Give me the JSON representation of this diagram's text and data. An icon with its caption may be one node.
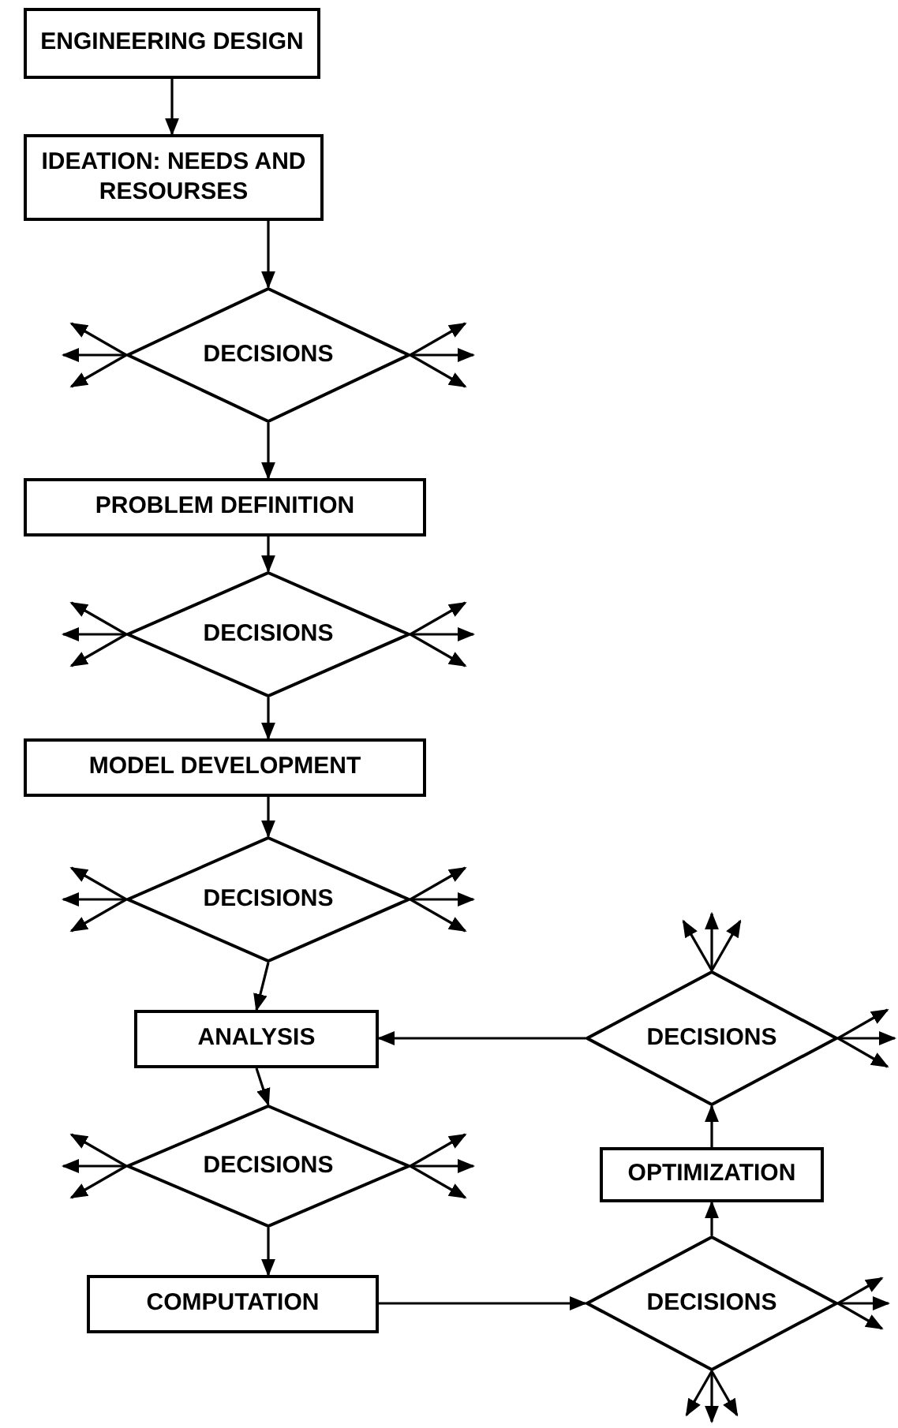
{
  "diagram": {
    "nodes": [
      {
        "text": [
          "ENGINEERING DESIGN"
        ]
      },
      {
        "text": [
          "IDEATION: NEEDS AND RESOURSES"
        ]
      },
      {
        "text": [
          "DECISIONS"
        ]
      },
      {
        "text": [
          "PROBLEM DEFINITION"
        ]
      },
      {
        "text": [
          "DECISIONS"
        ]
      },
      {
        "text": [
          "MODEL DEVELOPMENT"
        ]
      },
      {
        "text": [
          "DECISIONS"
        ]
      },
      {
        "text": [
          "ANALYSIS"
        ]
      },
      {
        "text": [
          "DECISIONS"
        ]
      },
      {
        "text": [
          "DECISIONS"
        ]
      },
      {
        "text": [
          "OPTIMIZATION"
        ]
      },
      {
        "text": [
          "COMPUTATION"
        ]
      },
      {
        "text": [
          "DECISIONS"
        ]
      }
    ],
    "edges": [
      {
        "from": 0,
        "to": 1,
        "arrow": "to"
      },
      {
        "from": 1,
        "to": 2,
        "arrow": "to"
      },
      {
        "from": 2,
        "to": 3,
        "arrow": "to"
      },
      {
        "from": 3,
        "to": 4,
        "arrow": "to"
      },
      {
        "from": 4,
        "to": 5,
        "arrow": "to"
      },
      {
        "from": 5,
        "to": 6,
        "arrow": "to"
      },
      {
        "from": 6,
        "to": 7,
        "arrow": "to"
      },
      {
        "from": 7,
        "to": 9,
        "arrow": "to"
      },
      {
        "from": 9,
        "to": 11,
        "arrow": "to"
      },
      {
        "from": 11,
        "to": 12,
        "arrow": "to"
      },
      {
        "from": 12,
        "to": 10,
        "arrow": "to"
      },
      {
        "from": 10,
        "to": 8,
        "arrow": "to"
      },
      {
        "from": 8,
        "to": 7,
        "arrow": "to"
      },
      {
        "from": 2,
        "to": null,
        "arrow": "to"
      },
      {
        "from": 2,
        "to": null,
        "arrow": "to"
      },
      {
        "from": 2,
        "to": null,
        "arrow": "to"
      },
      {
        "from": 2,
        "to": null,
        "arrow": "to"
      },
      {
        "from": 2,
        "to": null,
        "arrow": "to"
      },
      {
        "from": 2,
        "to": null,
        "arrow": "to"
      },
      {
        "from": 4,
        "to": null,
        "arrow": "to"
      },
      {
        "from": 4,
        "to": null,
        "arrow": "to"
      },
      {
        "from": 4,
        "to": null,
        "arrow": "to"
      },
      {
        "from": 4,
        "to": null,
        "arrow": "to"
      },
      {
        "from": 4,
        "to": null,
        "arrow": "to"
      },
      {
        "from": 4,
        "to": null,
        "arrow": "to"
      },
      {
        "from": 6,
        "to": null,
        "arrow": "to"
      },
      {
        "from": 6,
        "to": null,
        "arrow": "to"
      },
      {
        "from": 6,
        "to": null,
        "arrow": "to"
      },
      {
        "from": 6,
        "to": null,
        "arrow": "to"
      },
      {
        "from": 6,
        "to": null,
        "arrow": "to"
      },
      {
        "from": 6,
        "to": null,
        "arrow": "to"
      },
      {
        "from": 8,
        "to": null,
        "arrow": "to"
      },
      {
        "from": 8,
        "to": null,
        "arrow": "to"
      },
      {
        "from": 8,
        "to": null,
        "arrow": "to"
      },
      {
        "from": 8,
        "to": null,
        "arrow": "to"
      },
      {
        "from": 8,
        "to": null,
        "arrow": "to"
      },
      {
        "from": 8,
        "to": null,
        "arrow": "to"
      },
      {
        "from": 9,
        "to": null,
        "arrow": "to"
      },
      {
        "from": 9,
        "to": null,
        "arrow": "to"
      },
      {
        "from": 9,
        "to": null,
        "arrow": "to"
      },
      {
        "from": 9,
        "to": null,
        "arrow": "to"
      },
      {
        "from": 9,
        "to": null,
        "arrow": "to"
      },
      {
        "from": 9,
        "to": null,
        "arrow": "to"
      },
      {
        "from": 12,
        "to": null,
        "arrow": "to"
      },
      {
        "from": 12,
        "to": null,
        "arrow": "to"
      },
      {
        "from": 12,
        "to": null,
        "arrow": "to"
      },
      {
        "from": 12,
        "to": null,
        "arrow": "to"
      },
      {
        "from": 12,
        "to": null,
        "arrow": "to"
      },
      {
        "from": 12,
        "to": null,
        "arrow": "to"
      }
    ]
  }
}
